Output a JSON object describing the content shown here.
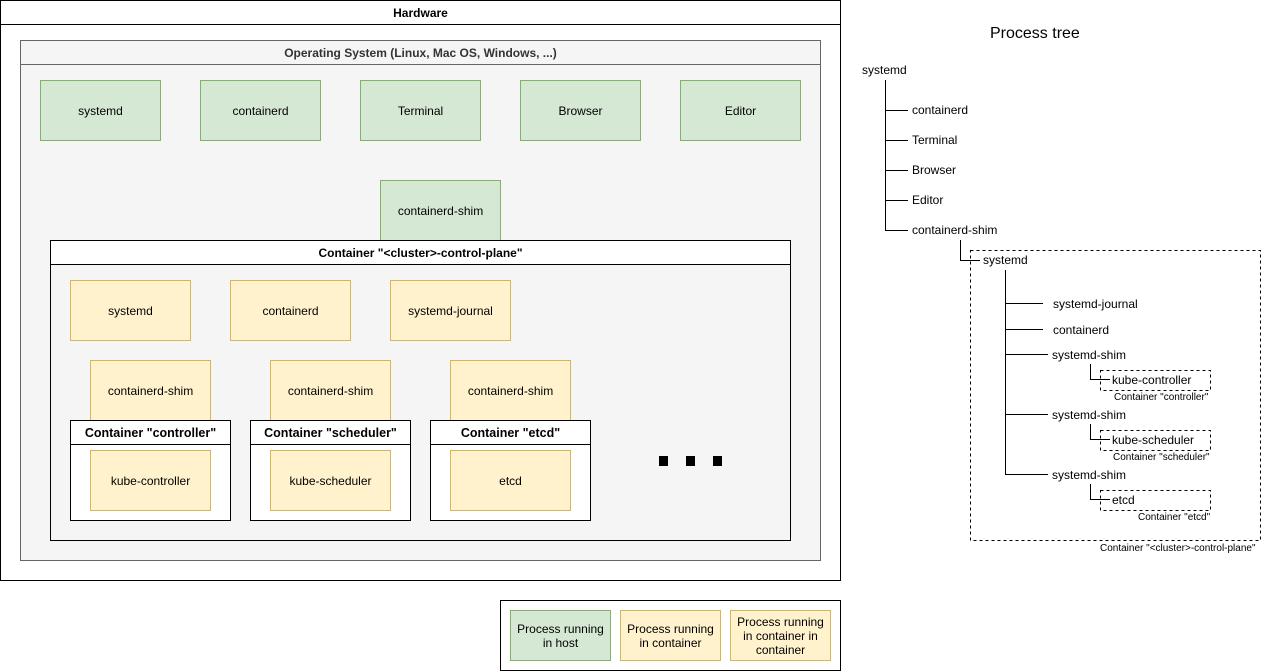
{
  "colors": {
    "host": "#d5e8d4",
    "host_border": "#82b366",
    "container": "#fff2cc",
    "container_border": "#d6b656",
    "os_bg": "#f5f5f5"
  },
  "hardware": {
    "title": "Hardware"
  },
  "os": {
    "title": "Operating System (Linux, Mac OS, Windows, ...)",
    "processes": [
      "systemd",
      "containerd",
      "Terminal",
      "Browser",
      "Editor"
    ],
    "shim": "containerd-shim"
  },
  "control_plane": {
    "title": "Container \"<cluster>-control-plane\"",
    "processes": [
      "systemd",
      "containerd",
      "systemd-journal"
    ],
    "shims": [
      "containerd-shim",
      "containerd-shim",
      "containerd-shim"
    ],
    "containers": [
      {
        "title": "Container \"controller\"",
        "process": "kube-controller"
      },
      {
        "title": "Container \"scheduler\"",
        "process": "kube-scheduler"
      },
      {
        "title": "Container \"etcd\"",
        "process": "etcd"
      }
    ]
  },
  "process_tree": {
    "title": "Process tree",
    "root": "systemd",
    "host_children": [
      "containerd",
      "Terminal",
      "Browser",
      "Editor",
      "containerd-shim"
    ],
    "container_root": "systemd",
    "container_children": [
      "systemd-journal",
      "containerd"
    ],
    "shims": [
      {
        "label": "systemd-shim",
        "child": "kube-controller",
        "caption": "Container \"controller\""
      },
      {
        "label": "systemd-shim",
        "child": "kube-scheduler",
        "caption": "Container \"scheduler\""
      },
      {
        "label": "systemd-shim",
        "child": "etcd",
        "caption": "Container \"etcd\""
      }
    ],
    "outer_caption": "Container \"<cluster>-control-plane\""
  },
  "legend": {
    "host": "Process running in host",
    "container": "Process running in container",
    "nested": "Process running in container in container"
  }
}
